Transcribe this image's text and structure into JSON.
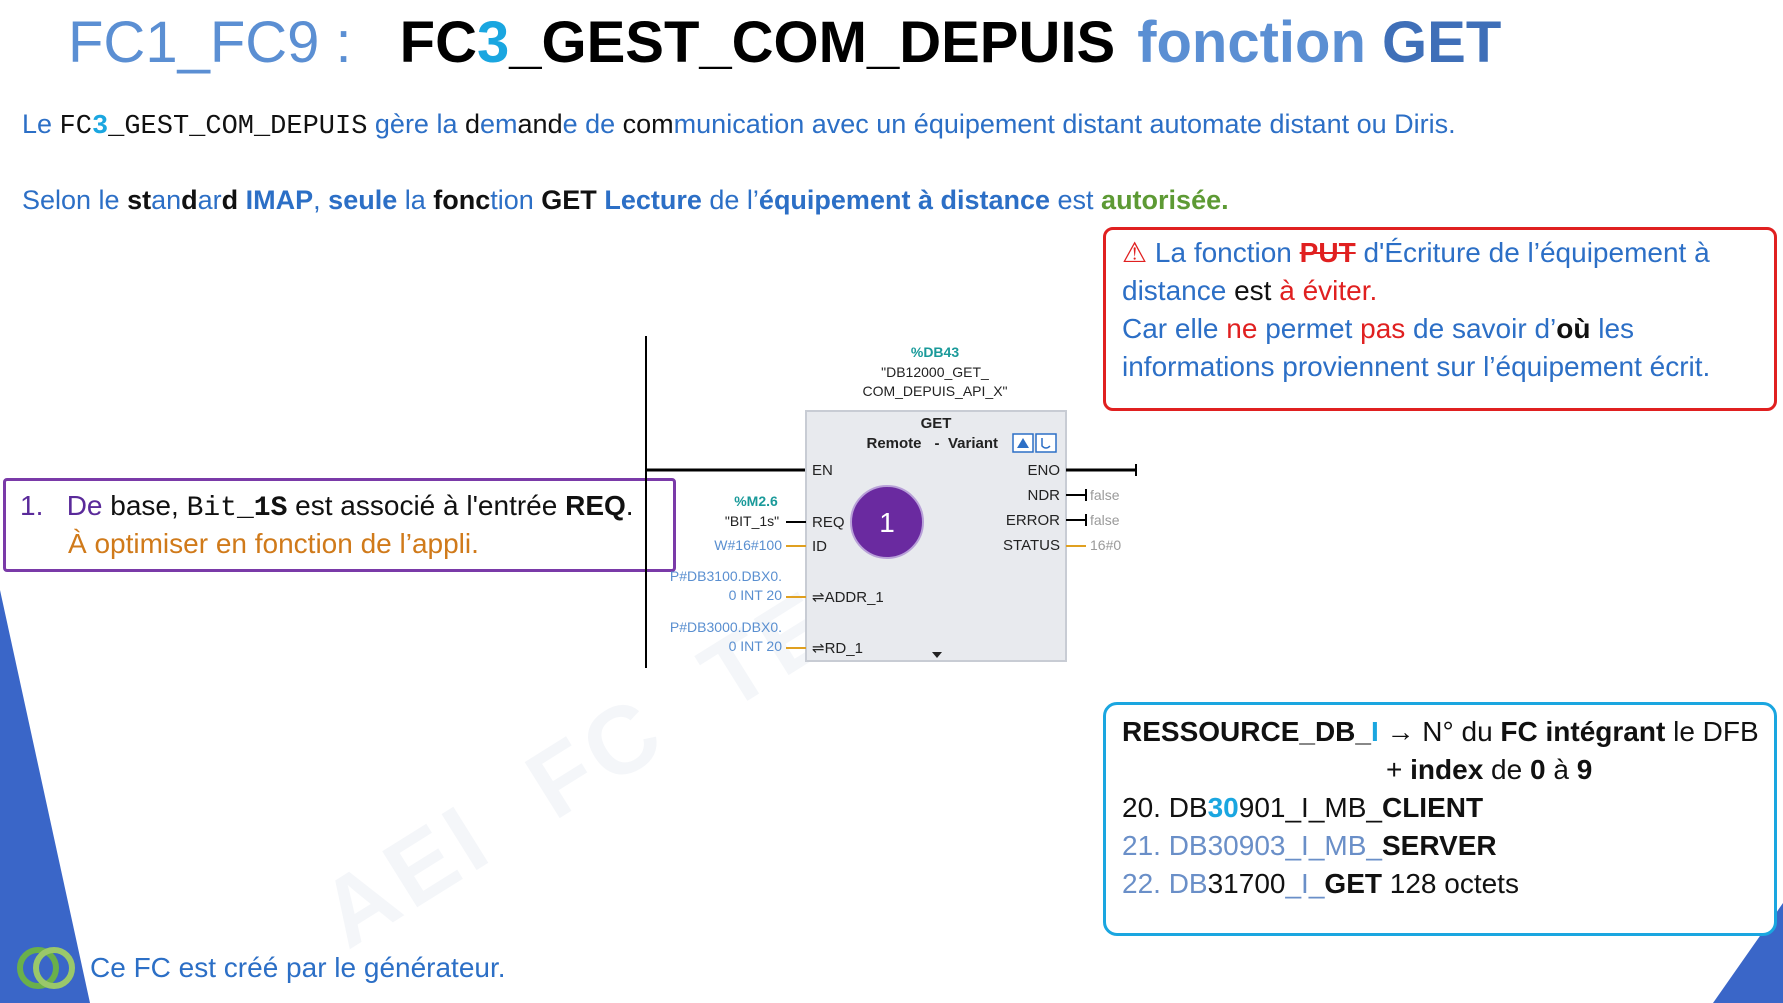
{
  "title": {
    "prefix": "FC1_FC9 :",
    "fc_a": "FC",
    "fc_b": "3",
    "fc_c": "_GEST_COM_DEPUIS",
    "fn_a": "fonction",
    "fn_b": "GET"
  },
  "para1": {
    "p1": "Le ",
    "fc_a": "FC",
    "fc_b": "3",
    "fc_c": "_GEST_COM_DEPUIS",
    "p2": " gère la ",
    "p3": "d",
    "p4": "em",
    "p5": "an",
    "p6": "d",
    "p7": "e de ",
    "p8": "com",
    "p9": "munication avec un équipement distant automate distant ou Diris."
  },
  "para2": {
    "p1": "Selon le ",
    "p2": "st",
    "p3": "an",
    "p4": "d",
    "p5": "ar",
    "p6": "d ",
    "p7": "IMAP",
    "p8": ", ",
    "p9": "seule",
    "p10": " la ",
    "p11": "fonc",
    "p12": "tion ",
    "p13": "GET",
    "p14": " ",
    "p15": "Lecture",
    "p16": " de l’",
    "p17": "équipement à distance",
    "p18": " est ",
    "p19": "autorisée."
  },
  "warning": {
    "icon": "⚠",
    "l1a": "La fonction ",
    "l1b": "PUT",
    "l1c": " d'Écriture de l’équipement à",
    "l2a": "distance ",
    "l2b": "est",
    "l2c": " à éviter.",
    "l3a": "Car elle ",
    "l3b": "ne",
    "l3c": " permet ",
    "l3d": "pas",
    "l3e": " de savoir d’",
    "l3f": "où",
    "l3g": " les",
    "l4": "informations proviennent sur l’équipement écrit."
  },
  "req_note": {
    "num": "1.",
    "l1a": "De",
    "l1b": " base, ",
    "l1c": "Bit_",
    "l1d": "1S",
    "l1e": " est associé à l'entrée ",
    "l1f": "REQ",
    "l1g": ".",
    "l2": "À optimiser en fonction de l’appli."
  },
  "diagram": {
    "db_num": "%DB43",
    "db_name1": "\"DB12000_GET_",
    "db_name2": "COM_DEPUIS_API_X\"",
    "block_name": "GET",
    "block_sub_a": "Remote",
    "block_sub_b": "-",
    "block_sub_c": "Variant",
    "pin_en": "EN",
    "pin_eno": "ENO",
    "pin_req": "REQ",
    "pin_id": "ID",
    "pin_addr": "ADDR_1",
    "pin_rd": "RD_1",
    "pin_ndr": "NDR",
    "pin_error": "ERROR",
    "pin_status": "STATUS",
    "req_tag": "%M2.6",
    "req_name": "\"BIT_1s\"",
    "id_val": "W#16#100",
    "addr_val1": "P#DB3100.DBX0.",
    "addr_val2": "0 INT 20",
    "rd_val1": "P#DB3000.DBX0.",
    "rd_val2": "0 INT 20",
    "ndr_val": "false",
    "error_val": "false",
    "status_val": "16#0",
    "badge": "1"
  },
  "resource": {
    "l1a": "RESSOURCE_DB_",
    "l1b": "I",
    "l1c": " → N° du ",
    "l1d": "FC intégrant",
    "l1e": " le DFB",
    "l2a": "+ ",
    "l2b": "index",
    "l2c": " de ",
    "l2d": "0",
    "l2e": " à ",
    "l2f": "9",
    "l3a": "20. DB",
    "l3b": "30",
    "l3c": "901",
    "l3d": "_I_MB_",
    "l3e": "CLIENT",
    "l4a": "21. DB30903",
    "l4b": "_I_MB_",
    "l4c": "SERVER",
    "l5a": "22. DB",
    "l5b": "31700",
    "l5c": "_I_",
    "l5d": "GET",
    "l5e": " 128 octets"
  },
  "footer": {
    "text": "Ce FC est créé par le générateur."
  },
  "colors": {
    "title_blue": "#5b8fd3",
    "text_blue": "#2c6fc6",
    "cyan": "#1aa6e0",
    "red": "#e02020",
    "purple": "#7a3aa8",
    "green": "#5d9a34",
    "orange": "#d07a1a"
  }
}
